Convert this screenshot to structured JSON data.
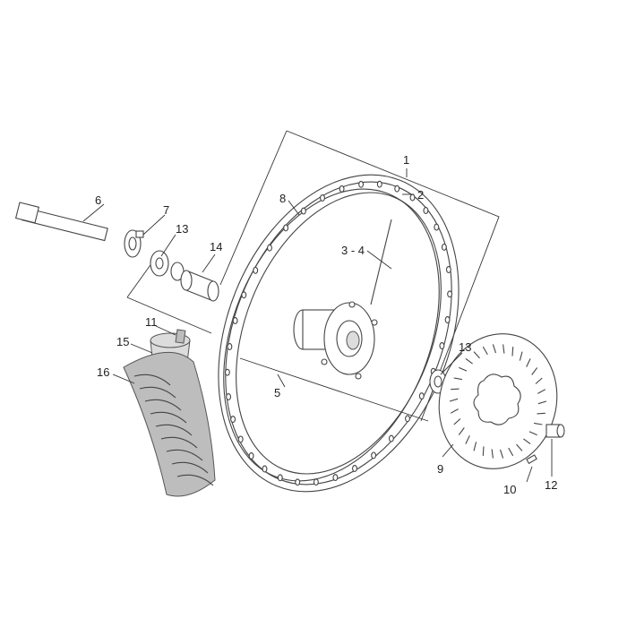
{
  "parts": [
    {
      "id": "p1",
      "label": "1"
    },
    {
      "id": "p2",
      "label": "2"
    },
    {
      "id": "p34",
      "label": "3 - 4"
    },
    {
      "id": "p5",
      "label": "5"
    },
    {
      "id": "p6",
      "label": "6"
    },
    {
      "id": "p7",
      "label": "7"
    },
    {
      "id": "p8",
      "label": "8"
    },
    {
      "id": "p9",
      "label": "9"
    },
    {
      "id": "p10",
      "label": "10"
    },
    {
      "id": "p11",
      "label": "11"
    },
    {
      "id": "p12",
      "label": "12"
    },
    {
      "id": "p13a",
      "label": "13"
    },
    {
      "id": "p13b",
      "label": "13"
    },
    {
      "id": "p14",
      "label": "14"
    },
    {
      "id": "p15",
      "label": "15"
    },
    {
      "id": "p16",
      "label": "16"
    }
  ]
}
